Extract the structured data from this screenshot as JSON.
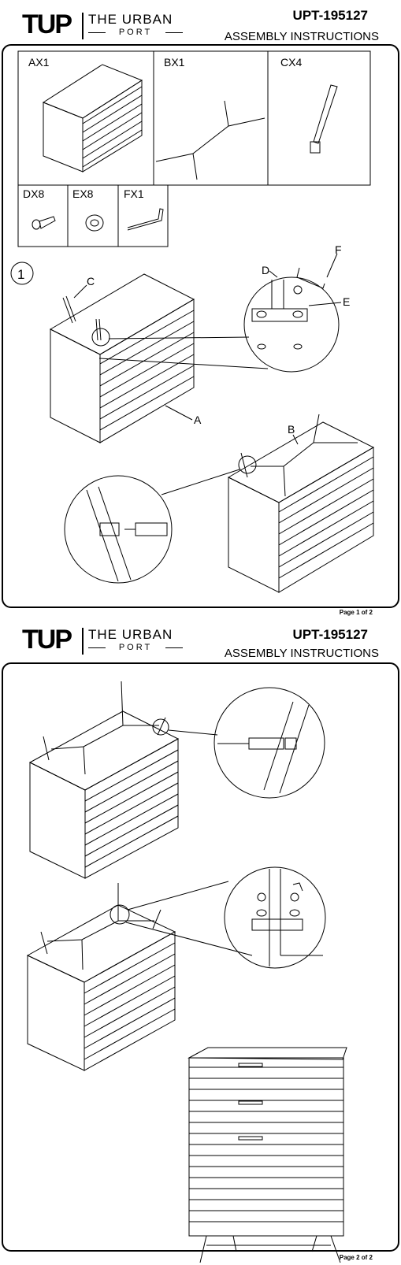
{
  "brand": {
    "logo_tup": "TUP",
    "logo_urban": "THE URBAN",
    "logo_port": "PORT"
  },
  "pages": [
    {
      "model": "UPT-195127",
      "subtitle": "ASSEMBLY INSTRUCTIONS",
      "page_label": "Page 1 of 2"
    },
    {
      "model": "UPT-195127",
      "subtitle": "ASSEMBLY INSTRUCTIONS",
      "page_label": "Page 2 of 2"
    }
  ],
  "parts": [
    {
      "id": "AX1",
      "name": "chest-body"
    },
    {
      "id": "BX1",
      "name": "leg-frame"
    },
    {
      "id": "CX4",
      "name": "leg"
    },
    {
      "id": "DX8",
      "name": "screw"
    },
    {
      "id": "EX8",
      "name": "washer"
    },
    {
      "id": "FX1",
      "name": "allen-key"
    }
  ],
  "step1": {
    "number": "1",
    "callouts": {
      "a": "A",
      "b": "B",
      "c": "C",
      "d": "D",
      "e": "E",
      "f": "F"
    }
  }
}
